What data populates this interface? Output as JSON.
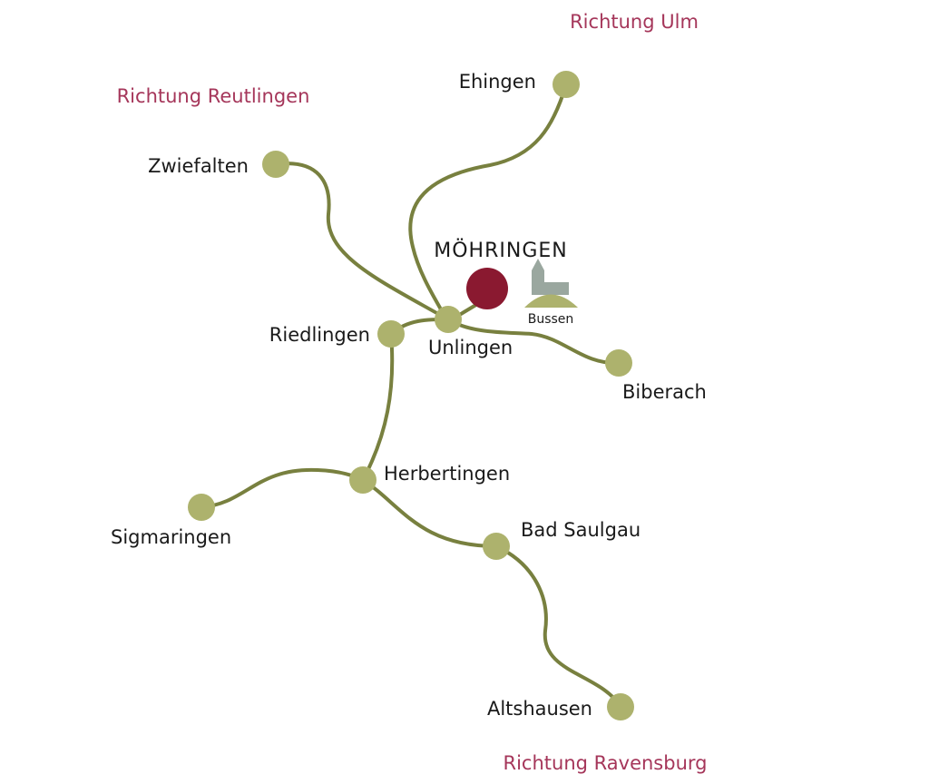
{
  "directions": {
    "ulm": "Richtung Ulm",
    "reutlingen": "Richtung Reutlingen",
    "ravensburg": "Richtung Ravensburg"
  },
  "highlight": {
    "name": "MÖHRINGEN",
    "color": "#8a1930"
  },
  "landmark": {
    "name": "Bussen",
    "icon": "church-on-hill-icon"
  },
  "stations": {
    "ehingen": "Ehingen",
    "zwiefalten": "Zwiefalten",
    "unlingen": "Unlingen",
    "riedlingen": "Riedlingen",
    "biberach": "Biberach",
    "herbertingen": "Herbertingen",
    "sigmaringen": "Sigmaringen",
    "bad_saulgau": "Bad Saulgau",
    "altshausen": "Altshausen"
  },
  "colors": {
    "route": "#78803f",
    "station": "#adb26d",
    "direction_text": "#a5365a"
  }
}
